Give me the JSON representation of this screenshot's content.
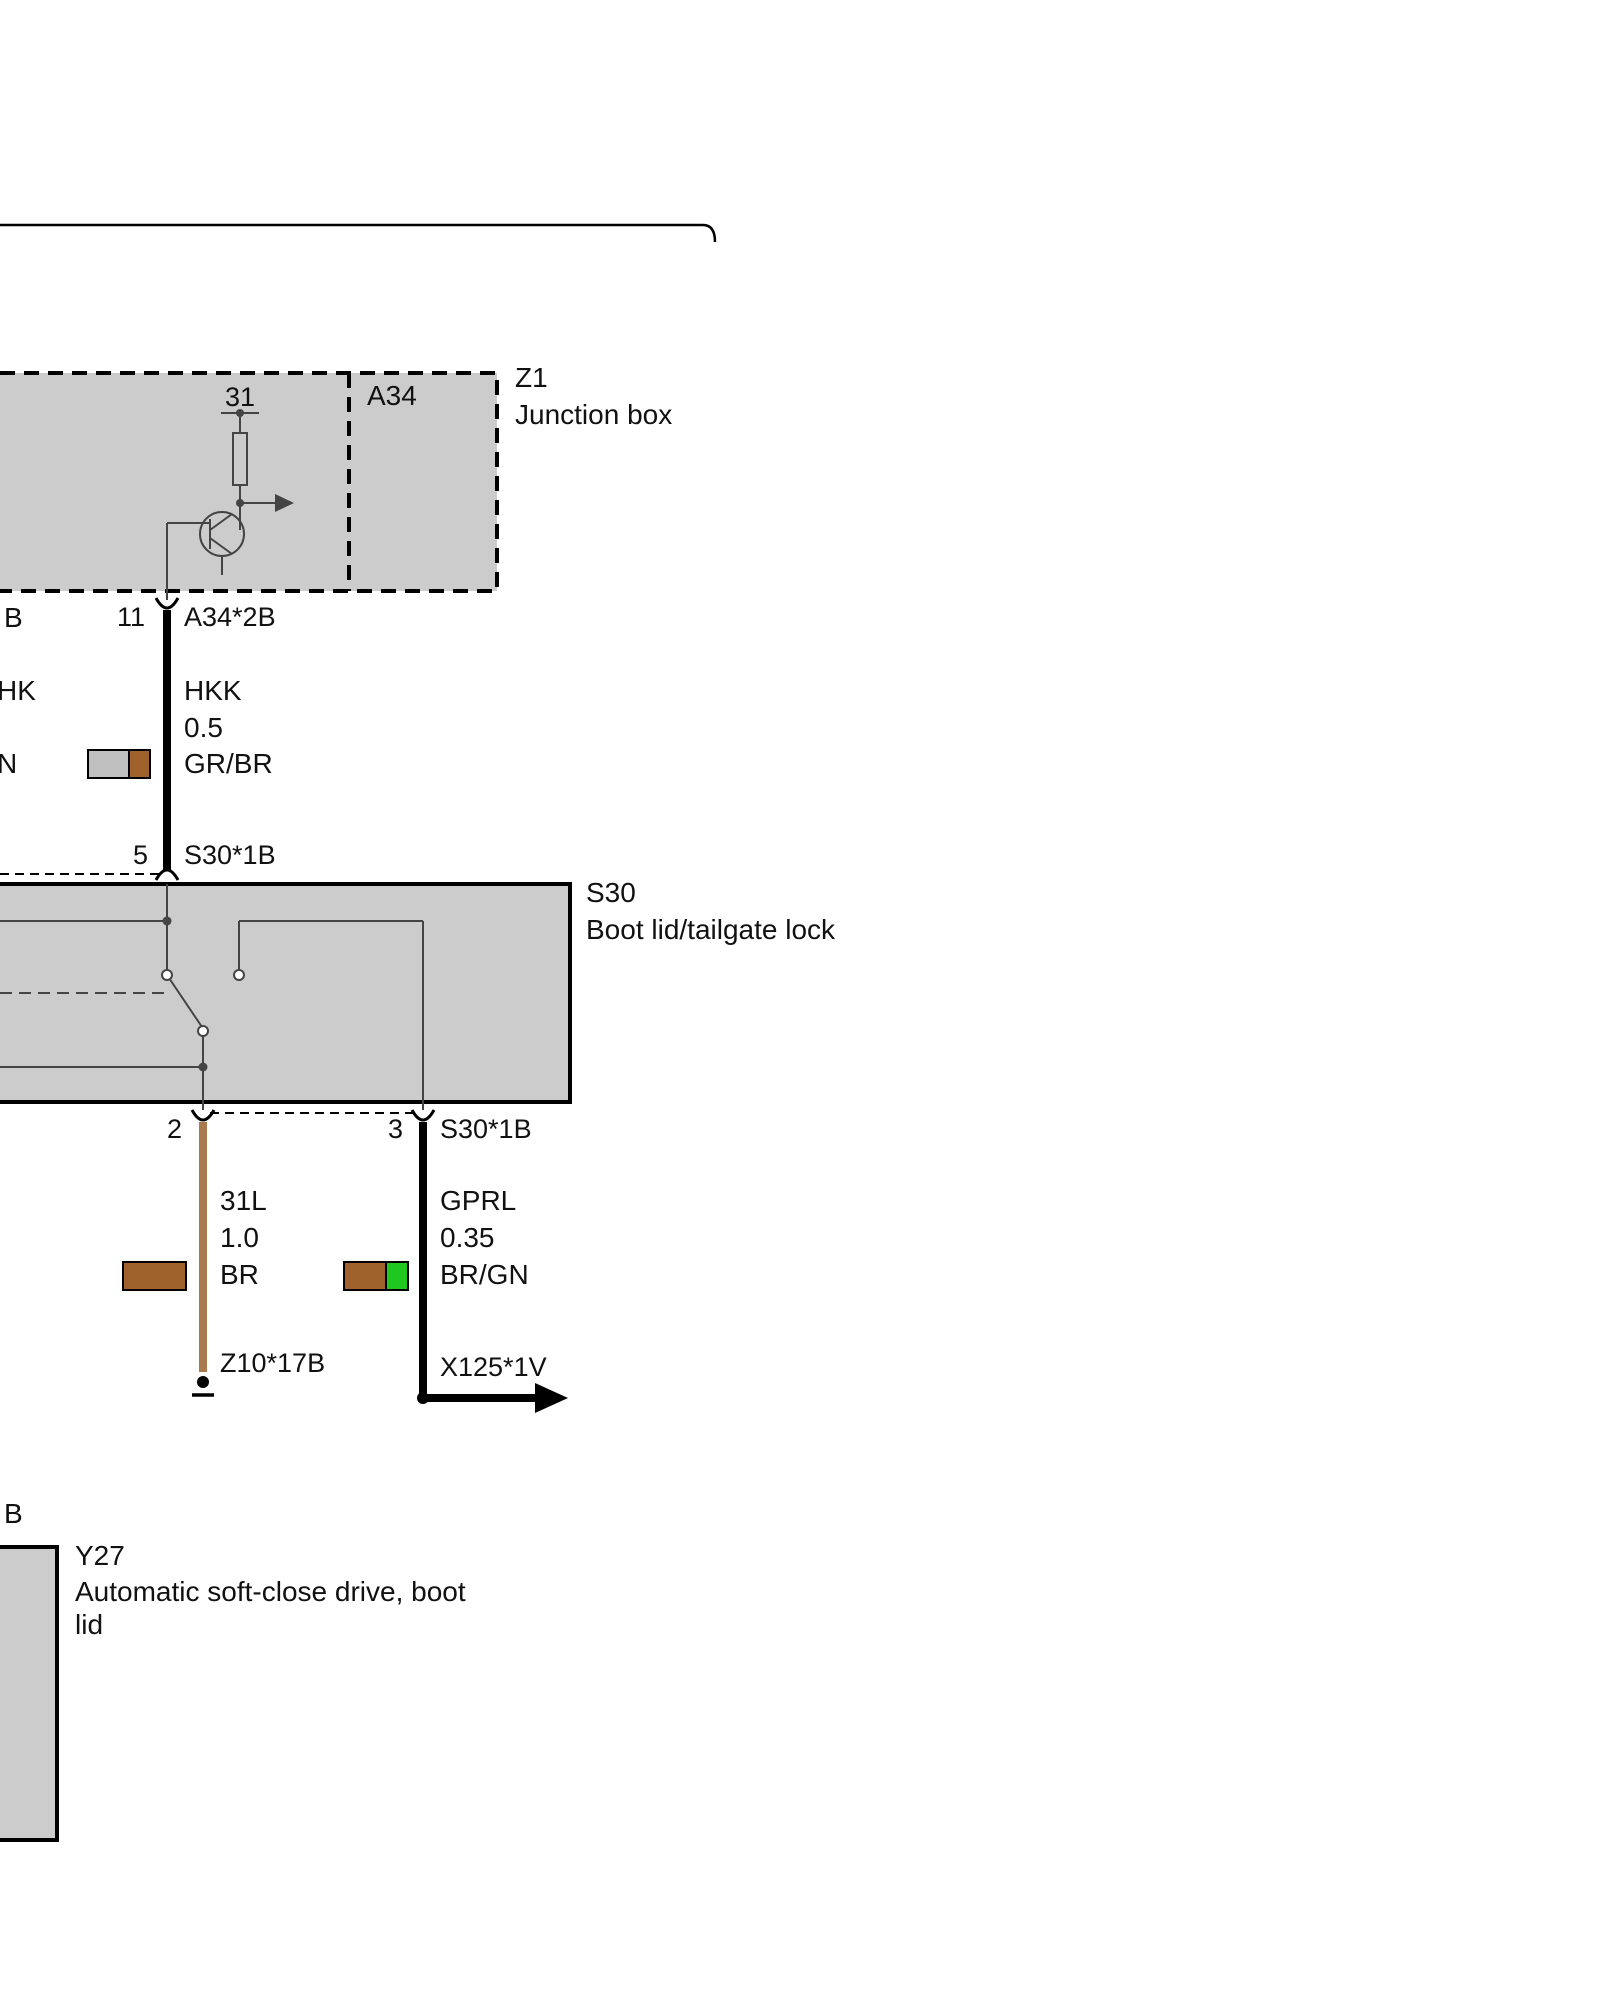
{
  "components": {
    "z1": {
      "id": "Z1",
      "name": "Junction box",
      "sub_id": "A34",
      "ground_label": "31"
    },
    "s30": {
      "id": "S30",
      "name": "Boot lid/tailgate lock"
    },
    "y27": {
      "id": "Y27",
      "name_line1": "Automatic soft-close drive, boot",
      "name_line2": "lid"
    }
  },
  "partial_labels": {
    "left_b_top": "B",
    "left_hk": "HK",
    "left_n": "N",
    "left_b_bottom": "B"
  },
  "wires": [
    {
      "id": "hkk",
      "from_pin": "11",
      "from_connector": "A34*2B",
      "to_pin": "5",
      "to_connector": "S30*1B",
      "signal": "HKK",
      "size": "0.5",
      "color_code": "GR/BR",
      "colors": [
        "#c0c0c0",
        "#a0622d"
      ]
    },
    {
      "id": "31l",
      "from_pin": "2",
      "to_connector": "Z10*17B",
      "signal": "31L",
      "size": "1.0",
      "color_code": "BR",
      "colors": [
        "#a0622d"
      ]
    },
    {
      "id": "gprl",
      "from_pin": "3",
      "from_connector": "S30*1B",
      "to_connector": "X125*1V",
      "signal": "GPRL",
      "size": "0.35",
      "color_code": "BR/GN",
      "colors": [
        "#a0622d",
        "#1ec81e"
      ]
    }
  ],
  "palette": {
    "component_fill": "#cccccc",
    "line": "#000000",
    "inner_line": "#444444",
    "brown_wire": "#a87a4d"
  }
}
